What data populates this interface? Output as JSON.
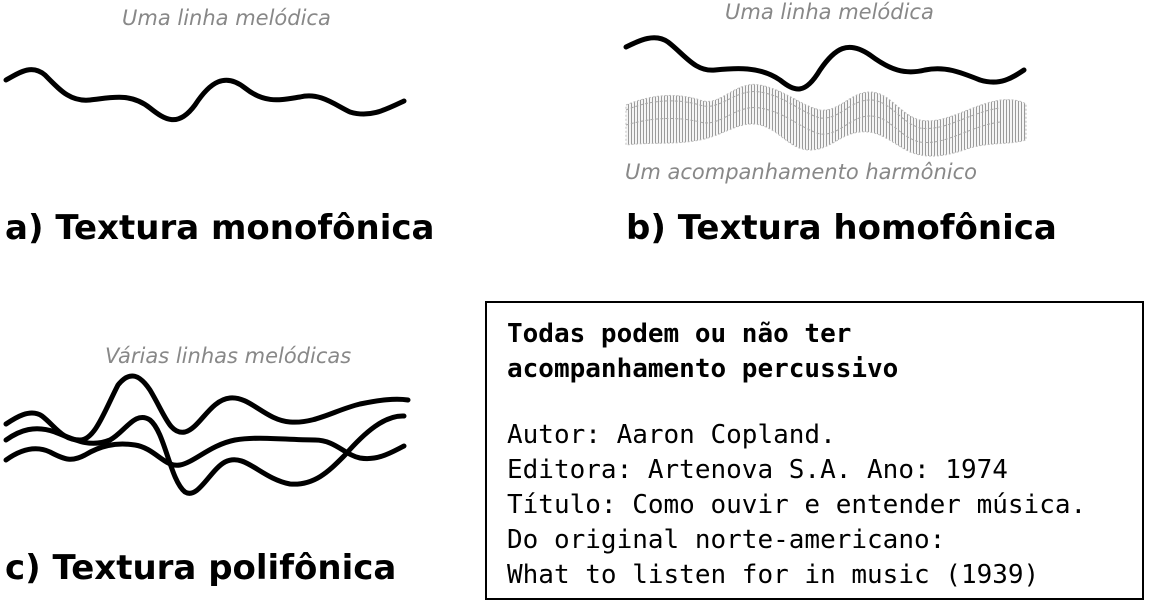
{
  "panel_a": {
    "caption": "Uma linha melódica",
    "title": "a) Textura monofônica"
  },
  "panel_b": {
    "caption_melody": "Uma linha melódica",
    "caption_accompaniment": "Um acompanhamento harmônico",
    "title": "b) Textura homofônica"
  },
  "panel_c": {
    "caption": "Várias linhas melódicas",
    "title": "c) Textura polifônica"
  },
  "info_box": {
    "heading_line1": "Todas podem ou não ter",
    "heading_line2": "acompanhamento percussivo",
    "author": "Autor: Aaron Copland.",
    "publisher": "Editora: Artenova S.A. Ano: 1974",
    "book_title": "Título: Como ouvir e entender música.",
    "original_intro": "Do original norte-americano:",
    "original_title": "What to listen for in music (1939)"
  },
  "colors": {
    "line": "#000000",
    "caption": "#888888",
    "accompaniment": "#9a9a9a"
  }
}
